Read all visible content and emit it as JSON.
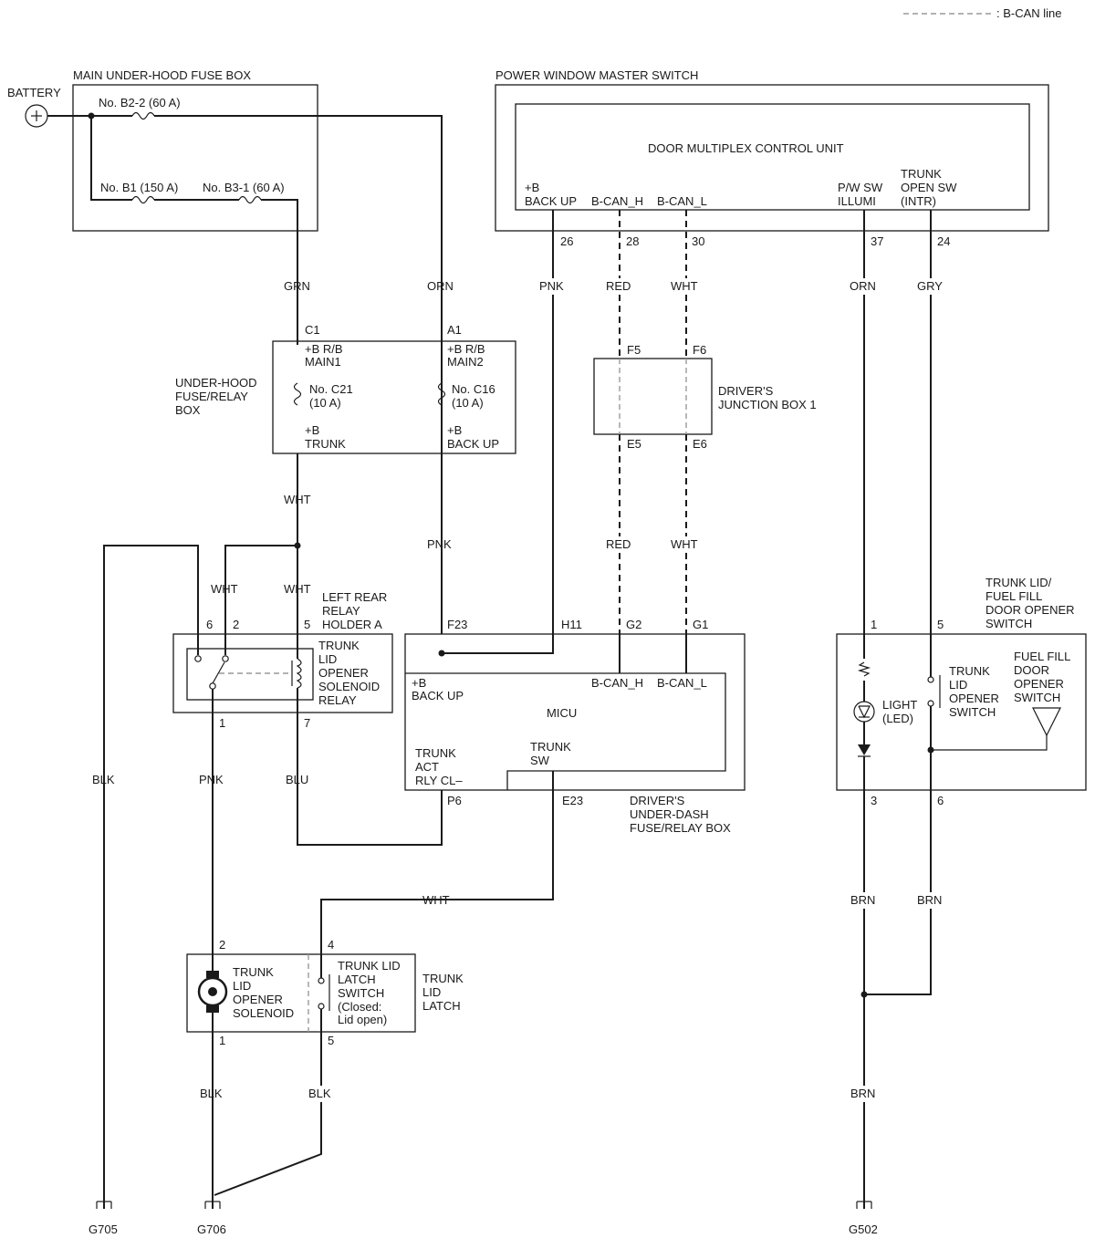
{
  "legend": {
    "bcan": ": B-CAN line"
  },
  "battery": {
    "label": "BATTERY"
  },
  "main_fuse_box": {
    "title": "MAIN UNDER-HOOD FUSE BOX",
    "fuse_b2_2": "No. B2-2 (60 A)",
    "fuse_b1": "No. B1 (150 A)",
    "fuse_b3_1": "No. B3-1 (60 A)"
  },
  "pw_master_switch": {
    "title": "POWER WINDOW MASTER SWITCH",
    "unit": "DOOR MULTIPLEX CONTROL UNIT",
    "pin_backup": [
      "+B",
      "BACK UP"
    ],
    "pin_bcan_h": "B-CAN_H",
    "pin_bcan_l": "B-CAN_L",
    "pin_pw_illumi": [
      "P/W SW",
      "ILLUMI"
    ],
    "pin_trunk_open": [
      "TRUNK",
      "OPEN SW",
      "(INTR)"
    ],
    "pins": {
      "p26": "26",
      "p28": "28",
      "p30": "30",
      "p37": "37",
      "p24": "24"
    }
  },
  "wire_colors_upper": {
    "grn": "GRN",
    "orn1": "ORN",
    "pnk": "PNK",
    "red": "RED",
    "wht": "WHT",
    "orn2": "ORN",
    "gry": "GRY"
  },
  "underhood_relay_box": {
    "title": [
      "UNDER-HOOD",
      "FUSE/RELAY",
      "BOX"
    ],
    "c1": "C1",
    "a1": "A1",
    "main1": [
      "+B R/B",
      "MAIN1"
    ],
    "main2": [
      "+B R/B",
      "MAIN2"
    ],
    "fuse_c21": [
      "No. C21",
      "(10 A)"
    ],
    "fuse_c16": [
      "No. C16",
      "(10 A)"
    ],
    "out_trunk": [
      "+B",
      "TRUNK"
    ],
    "out_backup": [
      "+B",
      "BACK UP"
    ]
  },
  "junction_box": {
    "title": [
      "DRIVER'S",
      "JUNCTION BOX 1"
    ],
    "f5": "F5",
    "f6": "F6",
    "e5": "E5",
    "e6": "E6"
  },
  "wire_colors_mid": {
    "wht1": "WHT",
    "pnk": "PNK",
    "red": "RED",
    "wht2": "WHT",
    "wht3": "WHT",
    "wht4": "WHT"
  },
  "relay_holder": {
    "title": [
      "LEFT REAR",
      "RELAY",
      "HOLDER A"
    ],
    "relay": [
      "TRUNK",
      "LID",
      "OPENER",
      "SOLENOID",
      "RELAY"
    ],
    "pins": {
      "p6": "6",
      "p2": "2",
      "p5": "5",
      "p1": "1",
      "p7": "7"
    }
  },
  "micu": {
    "label": "MICU",
    "box_title": [
      "DRIVER'S",
      "UNDER-DASH",
      "FUSE/RELAY BOX"
    ],
    "pins_top": {
      "f23": "F23",
      "h11": "H11",
      "g2": "G2",
      "g1": "G1"
    },
    "backup": [
      "+B",
      "BACK UP"
    ],
    "bcan_h": "B-CAN_H",
    "bcan_l": "B-CAN_L",
    "trunk_act": [
      "TRUNK",
      "ACT",
      "RLY CL–"
    ],
    "trunk_sw": [
      "TRUNK",
      "SW"
    ],
    "pin_p6": "P6",
    "pin_e23": "E23"
  },
  "opener_switch": {
    "title": [
      "TRUNK LID/",
      "FUEL FILL",
      "DOOR OPENER",
      "SWITCH"
    ],
    "light": [
      "LIGHT",
      "(LED)"
    ],
    "trunk_sw": [
      "TRUNK",
      "LID",
      "OPENER",
      "SWITCH"
    ],
    "fuel_sw": [
      "FUEL FILL",
      "DOOR",
      "OPENER",
      "SWITCH"
    ],
    "pins": {
      "p1": "1",
      "p5": "5",
      "p3": "3",
      "p6": "6"
    }
  },
  "wire_colors_lower": {
    "blk": "BLK",
    "pnk": "PNK",
    "blu": "BLU",
    "wht": "WHT",
    "brn1": "BRN",
    "brn2": "BRN"
  },
  "trunk_latch": {
    "title": [
      "TRUNK",
      "LID",
      "LATCH"
    ],
    "solenoid": [
      "TRUNK",
      "LID",
      "OPENER",
      "SOLENOID"
    ],
    "latch_switch": [
      "TRUNK LID",
      "LATCH",
      "SWITCH",
      "(Closed:",
      "Lid open)"
    ],
    "pins": {
      "p2": "2",
      "p4": "4",
      "p1": "1",
      "p5": "5"
    }
  },
  "wire_colors_bottom": {
    "blk1": "BLK",
    "blk2": "BLK",
    "brn": "BRN"
  },
  "grounds": {
    "g705": "G705",
    "g706": "G706",
    "g502": "G502"
  }
}
